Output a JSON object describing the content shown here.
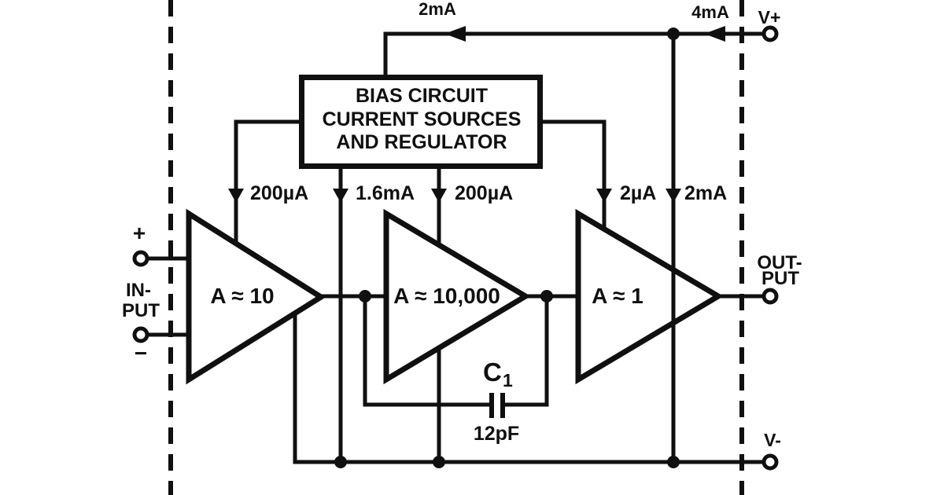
{
  "colors": {
    "ink": "#101010",
    "background": "#ffffff"
  },
  "power": {
    "v_plus": "V+",
    "v_minus": "V-"
  },
  "top_rail": {
    "current_left": "2mA",
    "current_right": "4mA"
  },
  "bias_box": {
    "line1": "BIAS CIRCUIT",
    "line2": "CURRENT SOURCES",
    "line3": "AND REGULATOR"
  },
  "source_currents": {
    "stage1": "200µA",
    "stage2_main": "1.6mA",
    "stage2_aux": "200µA",
    "stage3_aux": "2µA",
    "stage3_main": "2mA"
  },
  "amplifiers": {
    "stage1_gain": "A ≈ 10",
    "stage2_gain": "A ≈ 10,000",
    "stage3_gain": "A ≈ 1"
  },
  "input": {
    "plus": "+",
    "minus": "−",
    "label1": "IN-",
    "label2": "PUT"
  },
  "output": {
    "label1": "OUT-",
    "label2": "PUT"
  },
  "capacitor": {
    "designator": "C",
    "subscript": "1",
    "value": "12pF"
  }
}
